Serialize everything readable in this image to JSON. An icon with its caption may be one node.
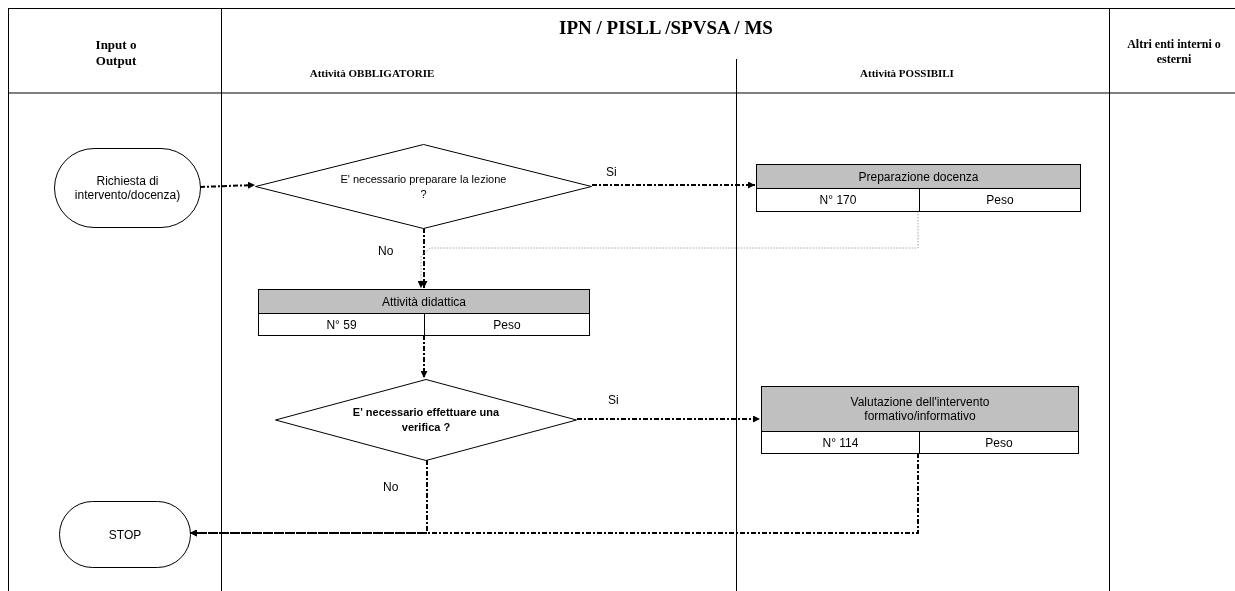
{
  "diagram": {
    "nodes": [
      {
        "text": [
          "Input o Output"
        ]
      },
      {
        "text": [
          "IPN / PISLL /SPVSA / MS"
        ]
      },
      {
        "text": [
          "Attività OBBLIGATORIE"
        ],
        "in": 1
      },
      {
        "text": [
          "Attività POSSIBILI"
        ],
        "in": 1
      },
      {
        "text": [
          "Altri enti interni o esterni"
        ]
      },
      {
        "text": [
          "Richiesta di intervento/docenza)"
        ],
        "in": 0
      },
      {
        "text": [
          "E' necessario preparare la lezione ?"
        ],
        "in": 2
      },
      {
        "text": [
          "Preparazione docenza",
          "N° 170",
          "Peso"
        ],
        "in": 3
      },
      {
        "text": [
          "Attività didattica",
          "N° 59",
          "Peso"
        ],
        "in": 2
      },
      {
        "text": [
          "E' necessario effettuare una verifica ?"
        ],
        "in": 2
      },
      {
        "text": [
          "Valutazione dell'intervento formativo/informativo",
          "N° 114",
          "Peso"
        ],
        "in": 3
      },
      {
        "text": [
          "STOP"
        ],
        "in": 0
      }
    ],
    "edges": [
      {
        "from": 5,
        "to": 6,
        "arrow": "to",
        "style": "dashed"
      },
      {
        "from": 6,
        "to": 7,
        "arrow": "to",
        "label": "Si",
        "style": "dashed"
      },
      {
        "from": 6,
        "to": 8,
        "arrow": "to",
        "label": "No",
        "style": "dashed"
      },
      {
        "from": 7,
        "to": 8,
        "arrow": "to",
        "style": "dashed",
        "color": "#a6a6a6"
      },
      {
        "from": 8,
        "to": 9,
        "arrow": "to",
        "style": "dashed"
      },
      {
        "from": 9,
        "to": 10,
        "arrow": "to",
        "label": "Si",
        "style": "dashed"
      },
      {
        "from": 9,
        "to": 11,
        "arrow": "to",
        "label": "No",
        "style": "dashed"
      },
      {
        "from": 10,
        "to": 11,
        "arrow": "to",
        "style": "dashed"
      }
    ]
  }
}
